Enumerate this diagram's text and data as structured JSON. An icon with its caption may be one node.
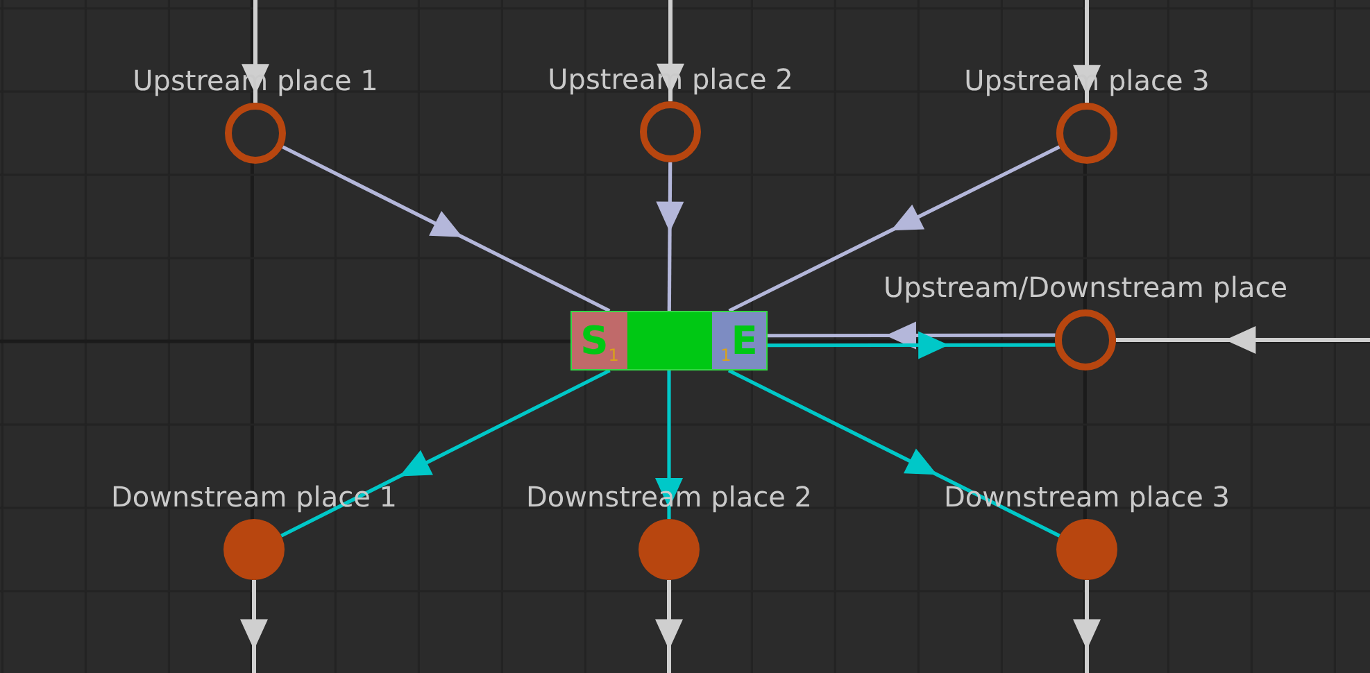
{
  "diagram": {
    "nodes": [
      {
        "text": [
          "Upstream place 1"
        ]
      },
      {
        "text": [
          "Upstream place 2"
        ]
      },
      {
        "text": [
          "Upstream place 3"
        ]
      },
      {
        "text": [],
        "shape": "box"
      },
      {
        "text": [
          "S$_{1}$"
        ],
        "in": 3
      },
      {
        "text": [
          "$_{1}$E"
        ],
        "in": 3
      },
      {
        "text": [
          "Upstream/Downstream place"
        ]
      },
      {
        "text": [
          "Downstream place 1"
        ]
      },
      {
        "text": [
          "Downstream place 2"
        ]
      },
      {
        "text": [
          "Downstream place 3"
        ]
      }
    ],
    "edges": [
      {
        "from": null,
        "to": 0,
        "arrow": "to"
      },
      {
        "from": null,
        "to": 1,
        "arrow": "to"
      },
      {
        "from": null,
        "to": 2,
        "arrow": "to"
      },
      {
        "from": 0,
        "to": 3,
        "arrow": "to",
        "color": "#b4b7da"
      },
      {
        "from": 1,
        "to": 3,
        "arrow": "to",
        "color": "#b4b7da"
      },
      {
        "from": 2,
        "to": 3,
        "arrow": "to",
        "color": "#b4b7da"
      },
      {
        "from": null,
        "to": 6,
        "arrow": "to"
      },
      {
        "from": 6,
        "to": 3,
        "arrow": "to",
        "color": "#b4b7da"
      },
      {
        "from": 3,
        "to": 6,
        "arrow": "to",
        "color": "#00c8c8"
      },
      {
        "from": 3,
        "to": 7,
        "arrow": "to",
        "color": "#00c8c8"
      },
      {
        "from": 3,
        "to": 8,
        "arrow": "to",
        "color": "#00c8c8"
      },
      {
        "from": 3,
        "to": 9,
        "arrow": "to",
        "color": "#00c8c8"
      },
      {
        "from": 7,
        "to": null,
        "arrow": "to"
      },
      {
        "from": 8,
        "to": null,
        "arrow": "to"
      },
      {
        "from": 9,
        "to": null,
        "arrow": "to"
      }
    ]
  }
}
